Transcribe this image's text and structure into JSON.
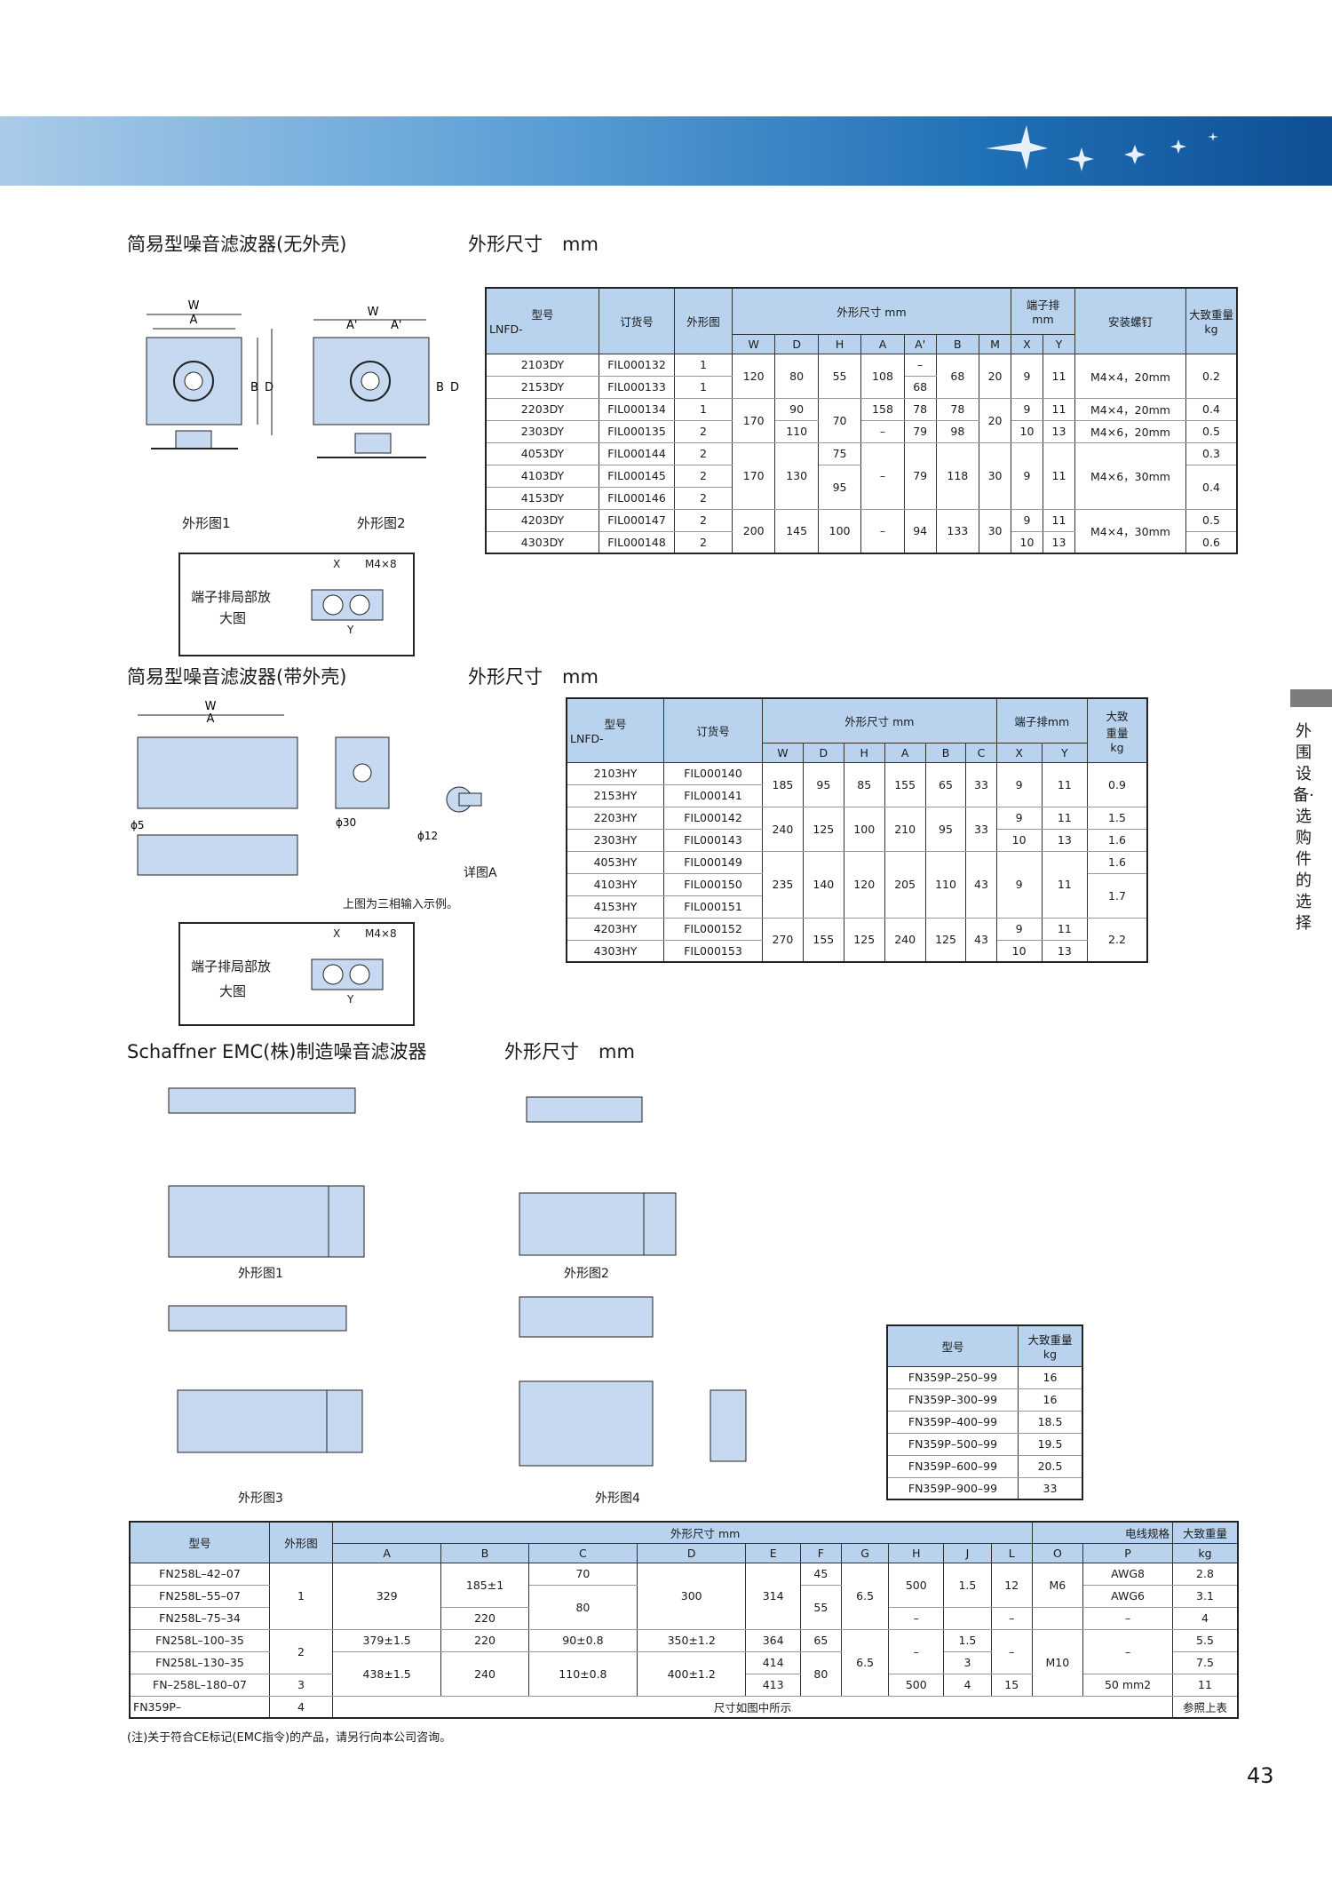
{
  "sections": {
    "s1_title": "简易型噪音滤波器(无外壳)",
    "s2_title": "简易型噪音滤波器(带外壳)",
    "s3_title": "Schaffner EMC(株)制造噪音滤波器",
    "dims_label": "外形尺寸",
    "unit": "mm"
  },
  "side_label": "外围设备·选购件的选择",
  "page_number": "43",
  "fig_labels": {
    "fig1": "外形图1",
    "fig2": "外形图2",
    "fig3": "外形图3",
    "fig4": "外形图4",
    "detail_a": "详图A",
    "three_phase_note": "上图为三相输入示例。",
    "terminal_detail_1": "端子排局部放",
    "terminal_detail_2": "大图",
    "m4x8": "M4×8",
    "x": "X",
    "y": "Y"
  },
  "table1": {
    "h_model": "型号",
    "h_model_sub": "LNFD-",
    "h_order": "订货号",
    "h_fig": "外形图",
    "h_dims": "外形尺寸 mm",
    "h_terminal": "端子排",
    "h_terminal_unit": "mm",
    "h_screw": "安装螺钉",
    "h_weight": "大致重量",
    "h_weight_unit": "kg",
    "cols": [
      "W",
      "D",
      "H",
      "A",
      "A'",
      "B",
      "M",
      "X",
      "Y"
    ],
    "rows": [
      {
        "model": "2103DY",
        "order": "FIL000132",
        "fig": "1"
      },
      {
        "model": "2153DY",
        "order": "FIL000133",
        "fig": "1"
      },
      {
        "model": "2203DY",
        "order": "FIL000134",
        "fig": "1"
      },
      {
        "model": "2303DY",
        "order": "FIL000135",
        "fig": "2"
      },
      {
        "model": "4053DY",
        "order": "FIL000144",
        "fig": "2"
      },
      {
        "model": "4103DY",
        "order": "FIL000145",
        "fig": "2"
      },
      {
        "model": "4153DY",
        "order": "FIL000146",
        "fig": "2"
      },
      {
        "model": "4203DY",
        "order": "FIL000147",
        "fig": "2"
      },
      {
        "model": "4303DY",
        "order": "FIL000148",
        "fig": "2"
      }
    ],
    "v": {
      "w120": "120",
      "d80": "80",
      "h55": "55",
      "a108": "108",
      "ap_dash": "–",
      "ap68": "68",
      "b68": "68",
      "m20": "20",
      "x9": "9",
      "y11": "11",
      "scr1": "M4×4，20mm",
      "wt02": "0.2",
      "w170": "170",
      "d90": "90",
      "h70": "70",
      "a158": "158",
      "ap78": "78",
      "b78": "78",
      "m20b": "20",
      "x9b": "9",
      "y11b": "11",
      "scr2": "M4×4，20mm",
      "wt04": "0.4",
      "d110": "110",
      "a_dash": "–",
      "ap79": "79",
      "b98": "98",
      "x10": "10",
      "y13": "13",
      "scr3": "M4×6，20mm",
      "wt05": "0.5",
      "h75": "75",
      "wt03": "0.3",
      "w170b": "170",
      "d130": "130",
      "h95": "95",
      "a_dash2": "–",
      "ap79b": "79",
      "b118": "118",
      "m30": "30",
      "x9c": "9",
      "y11c": "11",
      "scr4": "M4×6，30mm",
      "wt04b": "0.4",
      "w200": "200",
      "d145": "145",
      "h100": "100",
      "a_dash3": "–",
      "ap94": "94",
      "b133": "133",
      "m30b": "30",
      "x9d": "9",
      "y11d": "11",
      "scr5": "M4×4，30mm",
      "wt05b": "0.5",
      "x10b": "10",
      "y13b": "13",
      "wt06": "0.6"
    }
  },
  "table2": {
    "h_model": "型号",
    "h_model_sub": "LNFD-",
    "h_order": "订货号",
    "h_dims": "外形尺寸 mm",
    "h_terminal": "端子排mm",
    "h_weight": "大致",
    "h_weight2": "重量",
    "h_weight_unit": "kg",
    "cols": [
      "W",
      "D",
      "H",
      "A",
      "B",
      "C",
      "X",
      "Y"
    ],
    "rows": [
      {
        "model": "2103HY",
        "order": "FIL000140"
      },
      {
        "model": "2153HY",
        "order": "FIL000141"
      },
      {
        "model": "2203HY",
        "order": "FIL000142"
      },
      {
        "model": "2303HY",
        "order": "FIL000143"
      },
      {
        "model": "4053HY",
        "order": "FIL000149"
      },
      {
        "model": "4103HY",
        "order": "FIL000150"
      },
      {
        "model": "4153HY",
        "order": "FIL000151"
      },
      {
        "model": "4203HY",
        "order": "FIL000152"
      },
      {
        "model": "4303HY",
        "order": "FIL000153"
      }
    ],
    "v": {
      "w185": "185",
      "d95": "95",
      "h85": "85",
      "a155": "155",
      "b65": "65",
      "c33": "33",
      "x9": "9",
      "y11": "11",
      "wt09": "0.9",
      "w240": "240",
      "d125": "125",
      "h100": "100",
      "a210": "210",
      "b95": "95",
      "c33b": "33",
      "x9b": "9",
      "y11b": "11",
      "wt15": "1.5",
      "x10": "10",
      "y13": "13",
      "wt16": "1.6",
      "wt16b": "1.6",
      "w235": "235",
      "d140": "140",
      "h120": "120",
      "a205": "205",
      "b110": "110",
      "c43": "43",
      "x9c": "9",
      "y11c": "11",
      "wt17": "1.7",
      "w270": "270",
      "d155": "155",
      "h125": "125",
      "a240": "240",
      "b125": "125",
      "c43b": "43",
      "x9d": "9",
      "y11d": "11",
      "wt22": "2.2",
      "x10b": "10",
      "y13b": "13"
    }
  },
  "table3": {
    "h_model": "型号",
    "h_weight": "大致重量",
    "h_weight_unit": "kg",
    "rows": [
      {
        "model": "FN359P–250–99",
        "weight": "16"
      },
      {
        "model": "FN359P–300–99",
        "weight": "16"
      },
      {
        "model": "FN359P–400–99",
        "weight": "18.5"
      },
      {
        "model": "FN359P–500–99",
        "weight": "19.5"
      },
      {
        "model": "FN359P–600–99",
        "weight": "20.5"
      },
      {
        "model": "FN359P–900–99",
        "weight": "33"
      }
    ]
  },
  "table4": {
    "h_model": "型号",
    "h_fig": "外形图",
    "h_dims": "外形尺寸 mm",
    "h_wire": "电线规格",
    "h_weight": "大致重量",
    "h_weight_unit": "kg",
    "cols": [
      "A",
      "B",
      "C",
      "D",
      "E",
      "F",
      "G",
      "H",
      "J",
      "L",
      "O",
      "P"
    ],
    "rows": [
      {
        "model": "FN258L–42–07"
      },
      {
        "model": "FN258L–55–07"
      },
      {
        "model": "FN258L–75–34"
      },
      {
        "model": "FN258L–100–35"
      },
      {
        "model": "FN258L–130–35"
      },
      {
        "model": "FN–258L–180–07"
      },
      {
        "model": "FN359P–"
      }
    ],
    "v": {
      "fig1": "1",
      "a329": "329",
      "b185": "185±1",
      "c70": "70",
      "d300": "300",
      "e314": "314",
      "f45": "45",
      "g65": "6.5",
      "h500": "500",
      "j15": "1.5",
      "l12": "12",
      "o_m6": "M6",
      "p_awg8": "AWG8",
      "wt28": "2.8",
      "c80": "80",
      "f55": "55",
      "p_awg6": "AWG6",
      "wt31": "3.1",
      "b220": "220",
      "h_dash": "–",
      "l_dash": "–",
      "p_dash": "–",
      "wt4": "4",
      "fig2": "2",
      "a379": "379±1.5",
      "b220b": "220",
      "c90": "90±0.8",
      "d350": "350±1.2",
      "e364": "364",
      "f65": "65",
      "j15b": "1.5",
      "wt55": "5.5",
      "a438": "438±1.5",
      "b240": "240",
      "c110": "110±0.8",
      "d400": "400±1.2",
      "e414": "414",
      "f80": "80",
      "g65b": "6.5",
      "h_dash2": "–",
      "j3": "3",
      "l_dash2": "–",
      "o_m10": "M10",
      "p_dash2": "–",
      "wt75": "7.5",
      "fig3": "3",
      "e413": "413",
      "h500b": "500",
      "j4": "4",
      "l15": "15",
      "p50": "50 mm2",
      "wt11": "11",
      "fig4": "4",
      "dims_fig": "尺寸如图中所示",
      "wt_ref": "参照上表"
    }
  },
  "note": "(注)关于符合CE标记(EMC指令)的产品，请另行向本公司咨询。",
  "colors": {
    "header_fill": "#b9d3ee",
    "diagram_fill": "#c6d9f0",
    "banner": "#1f6fb5"
  }
}
